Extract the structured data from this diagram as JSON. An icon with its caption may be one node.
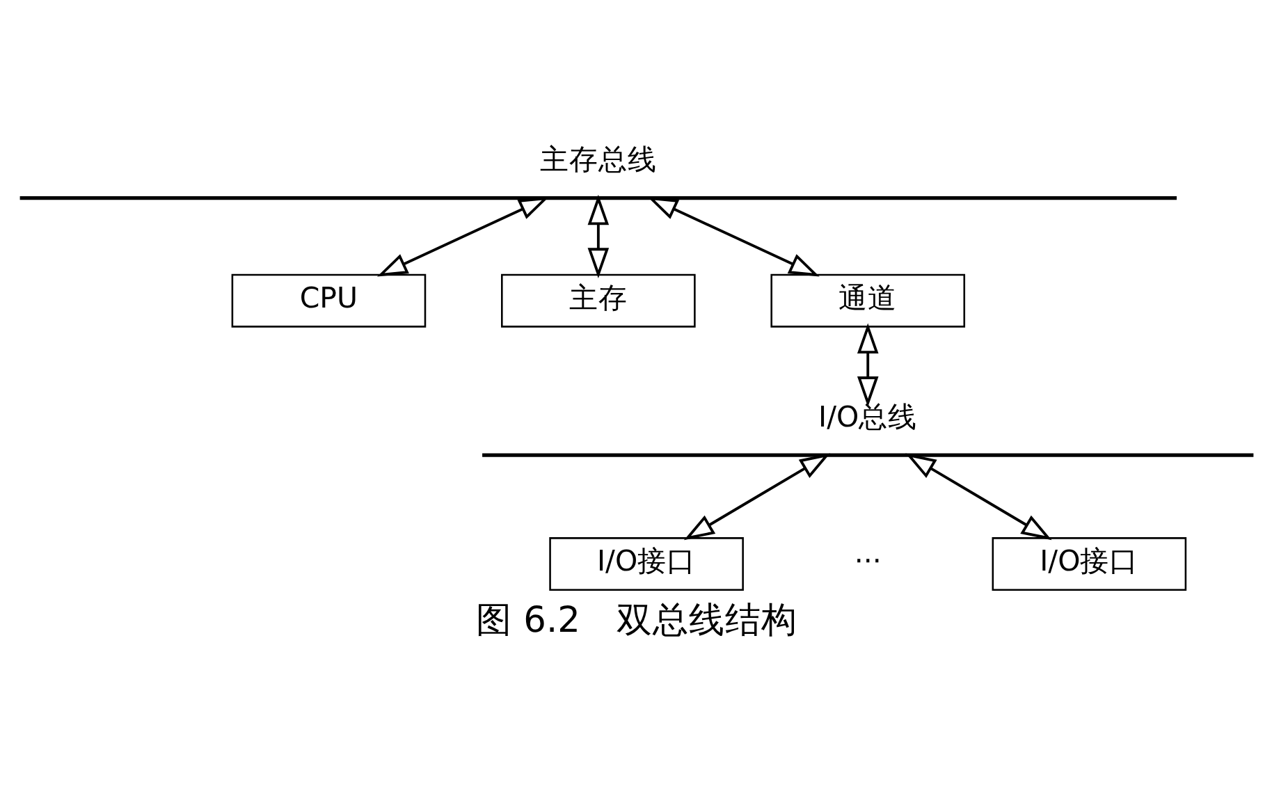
{
  "diagram": {
    "caption": "图 6.2　双总线结构",
    "nodes": [
      {
        "text": [
          "主存总线"
        ]
      },
      {
        "text": [
          "CPU"
        ]
      },
      {
        "text": [
          "主存"
        ]
      },
      {
        "text": [
          "通道"
        ]
      },
      {
        "text": [
          "I/O总线"
        ]
      },
      {
        "text": [
          "I/O接口"
        ]
      },
      {
        "text": [
          "I/O接口"
        ]
      }
    ],
    "edges": [
      {
        "from": 0,
        "to": 1,
        "arrow": "both"
      },
      {
        "from": 0,
        "to": 2,
        "arrow": "both"
      },
      {
        "from": 0,
        "to": 3,
        "arrow": "both"
      },
      {
        "from": 3,
        "to": 4,
        "arrow": "both"
      },
      {
        "from": 4,
        "to": 5,
        "arrow": "both"
      },
      {
        "from": 4,
        "to": 6,
        "arrow": "both"
      }
    ],
    "labels": [
      "···"
    ]
  }
}
